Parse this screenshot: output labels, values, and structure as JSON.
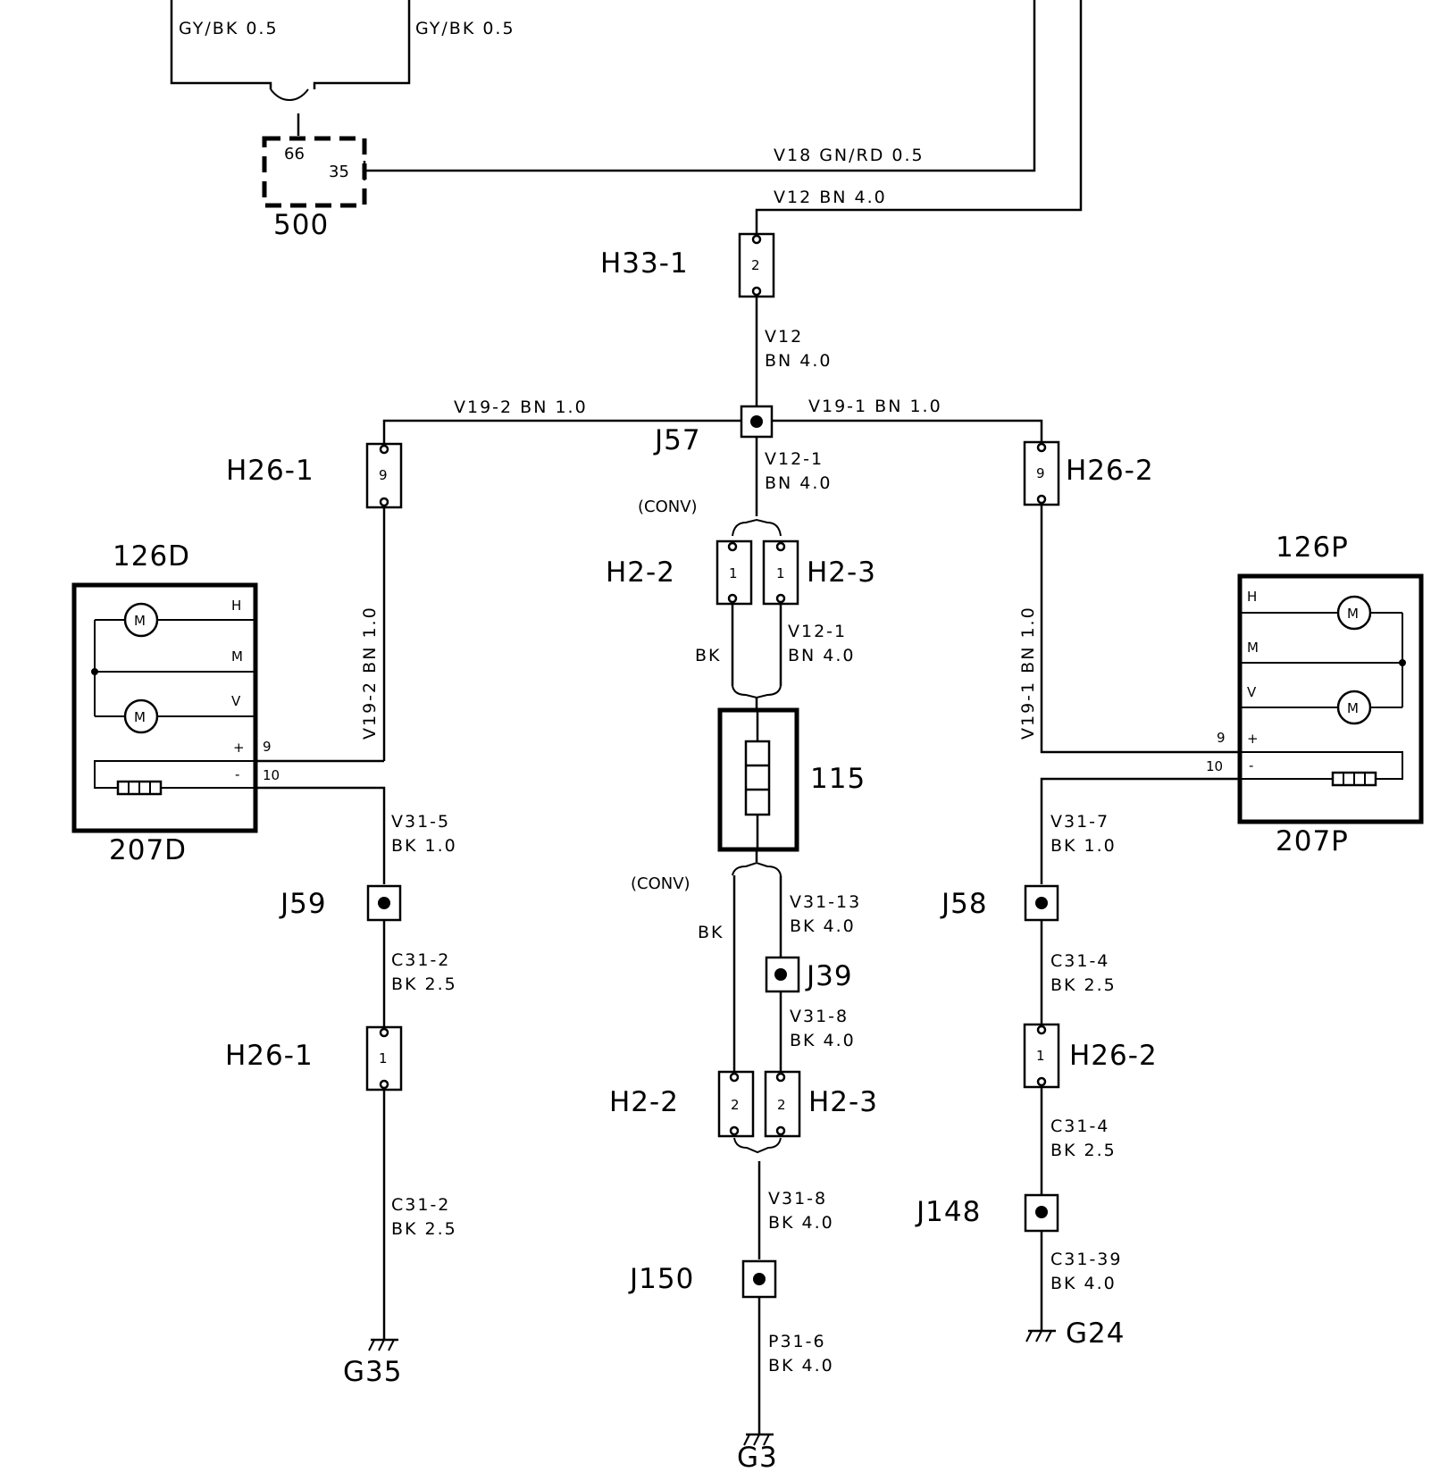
{
  "components": {
    "relay_500": {
      "name": "500",
      "pin_a": "66",
      "pin_b": "35"
    },
    "c126D": {
      "top": "126D",
      "bottom": "207D",
      "pins": [
        "H",
        "M",
        "V",
        "+",
        "-"
      ],
      "pin9": "9",
      "pin10": "10",
      "motor": "M"
    },
    "c126P": {
      "top": "126P",
      "bottom": "207P",
      "pins": [
        "H",
        "M",
        "V",
        "+",
        "-"
      ],
      "pin9": "9",
      "pin10": "10",
      "motor": "M"
    },
    "c115": {
      "name": "115"
    }
  },
  "connectors": {
    "h33_1": {
      "name": "H33-1",
      "pin": "2"
    },
    "h26_1_top": {
      "name": "H26-1",
      "pin": "9"
    },
    "h26_2_top": {
      "name": "H26-2",
      "pin": "9"
    },
    "h2_2_top": {
      "name": "H2-2",
      "pin": "1"
    },
    "h2_3_top": {
      "name": "H2-3",
      "pin": "1"
    },
    "h26_1_bot": {
      "name": "H26-1",
      "pin": "1"
    },
    "h26_2_bot": {
      "name": "H26-2",
      "pin": "1"
    },
    "h2_2_bot": {
      "name": "H2-2",
      "pin": "2"
    },
    "h2_3_bot": {
      "name": "H2-3",
      "pin": "2"
    }
  },
  "junctions": {
    "j57": "J57",
    "j59": "J59",
    "j58": "J58",
    "j39": "J39",
    "j150": "J150",
    "j148": "J148"
  },
  "grounds": {
    "g35": "G35",
    "g3": "G3",
    "g24": "G24"
  },
  "wires": {
    "top_left": "GY/BK  0.5",
    "top_right": "GY/BK  0.5",
    "v18": "V18  GN/RD 0.5",
    "v12_top": "V12  BN 4.0",
    "v12_id": "V12",
    "v12_size": "BN 4.0",
    "v19_2": "V19-2   BN  1.0",
    "v19_1": "V19-1   BN  1.0",
    "v12_1_id": "V12-1",
    "v12_1_size": "BN 4.0",
    "conv_top": "(CONV)",
    "conv_bot": "(CONV)",
    "v19_2_vert": "V19-2   BN 1.0",
    "v19_1_vert": "V19-1   BN 1.0",
    "bk_a": "BK",
    "v12_1b_id": "V12-1",
    "v12_1b_size": "BN 4.0",
    "v31_5_id": "V31-5",
    "v31_5_size": "BK  1.0",
    "v31_7_id": "V31-7",
    "v31_7_size": "BK  1.0",
    "c31_2a_id": "C31-2",
    "c31_2a_size": "BK  2.5",
    "c31_2b_id": "C31-2",
    "c31_2b_size": "BK  2.5",
    "c31_4a_id": "C31-4",
    "c31_4a_size": "BK  2.5",
    "c31_4b_id": "C31-4",
    "c31_4b_size": "BK  2.5",
    "bk_b": "BK",
    "v31_13_id": "V31-13",
    "v31_13_size": "BK  4.0",
    "v31_8a_id": "V31-8",
    "v31_8a_size": "BK  4.0",
    "v31_8b_id": "V31-8",
    "v31_8b_size": "BK  4.0",
    "p31_6_id": "P31-6",
    "p31_6_size": "BK  4.0",
    "c31_39_id": "C31-39",
    "c31_39_size": "BK  4.0"
  }
}
